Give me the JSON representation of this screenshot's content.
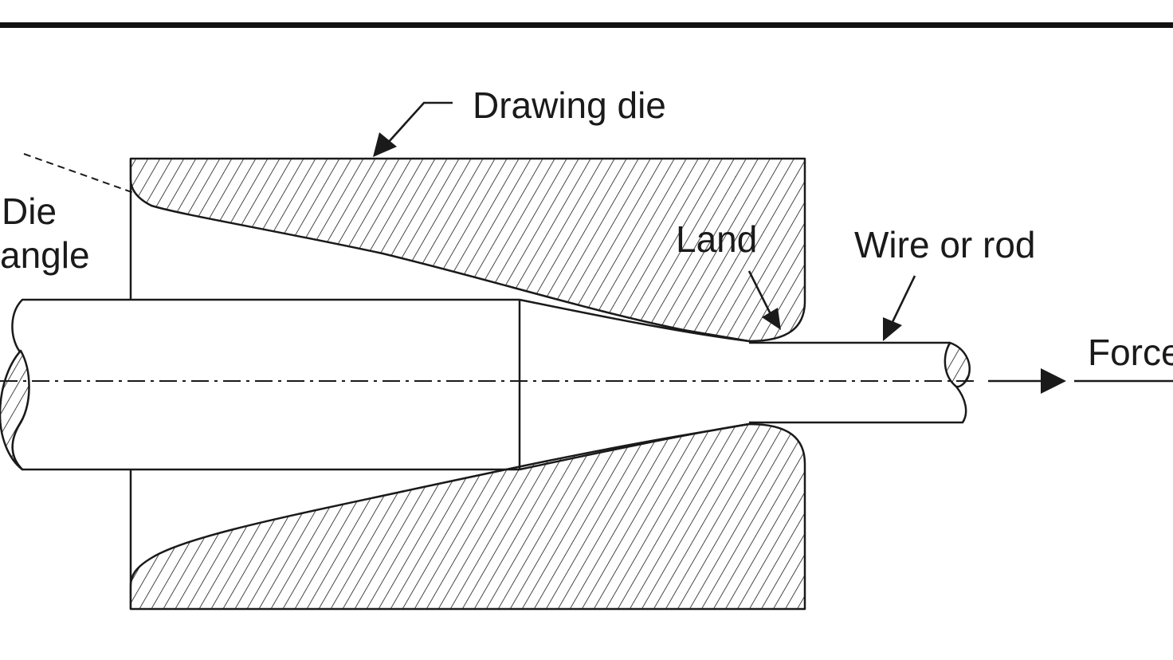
{
  "labels": {
    "drawing_die": "Drawing die",
    "die_angle_line1": "Die",
    "die_angle_line2": "angle",
    "land": "Land",
    "wire_or_rod": "Wire or rod",
    "force": "Force"
  },
  "colors": {
    "line": "#1a1a1a",
    "background": "#ffffff"
  }
}
